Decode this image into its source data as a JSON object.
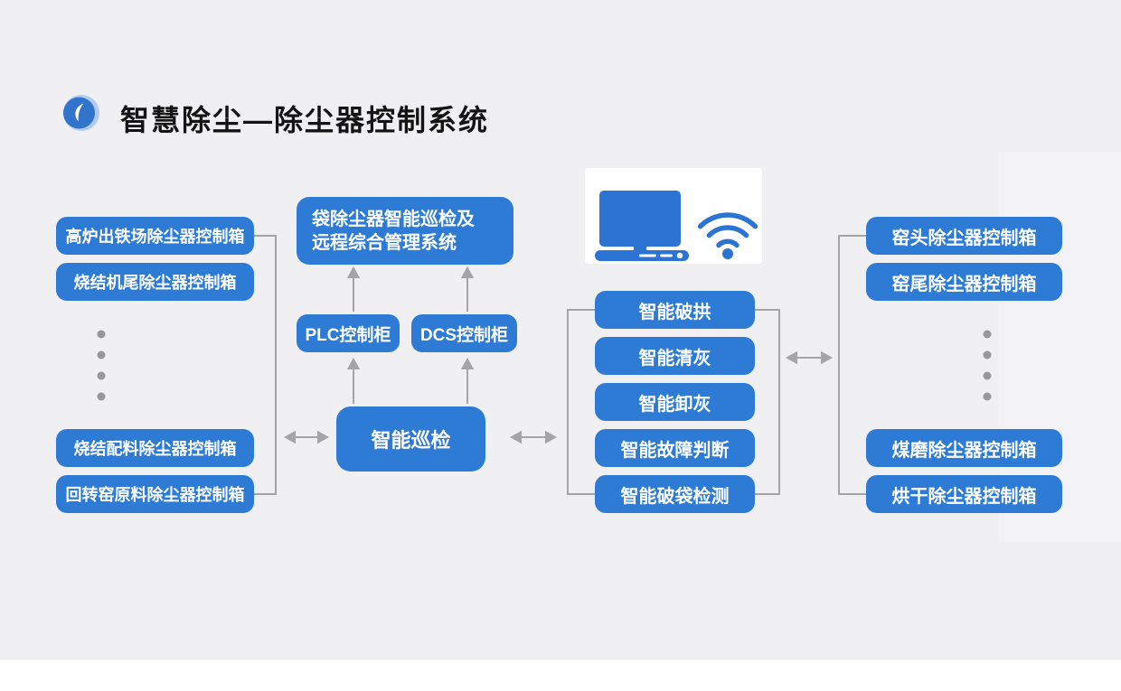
{
  "title": "智慧除尘—除尘器控制系统",
  "colors": {
    "box_blue": "#2e7bd6",
    "icon_blue": "#2b74d4",
    "line_gray": "#a5a5a7",
    "dot_gray": "#98989a",
    "background": "#f0eff1",
    "accent_band": "#f3f3f7",
    "title_text": "#141414"
  },
  "left_column": {
    "top_boxes": [
      "高炉出铁场除尘器控制箱",
      "烧结机尾除尘器控制箱"
    ],
    "bottom_boxes": [
      "烧结配料除尘器控制箱",
      "回转窑原料除尘器控制箱"
    ]
  },
  "center": {
    "system_line1": "袋除尘器智能巡检及",
    "system_line2": "远程综合管理系统",
    "plc_label": "PLC控制柜",
    "dcs_label": "DCS控制柜",
    "inspection_label": "智能巡检"
  },
  "function_column": [
    "智能破拱",
    "智能清灰",
    "智能卸灰",
    "智能故障判断",
    "智能破袋检测"
  ],
  "right_column": {
    "top_boxes": [
      "窑头除尘器控制箱",
      "窑尾除尘器控制箱"
    ],
    "bottom_boxes": [
      "煤磨除尘器控制箱",
      "烘干除尘器控制箱"
    ]
  },
  "icons": {
    "logo": "brand-swirl",
    "computer": "desktop-computer",
    "wifi": "wifi-signal"
  }
}
